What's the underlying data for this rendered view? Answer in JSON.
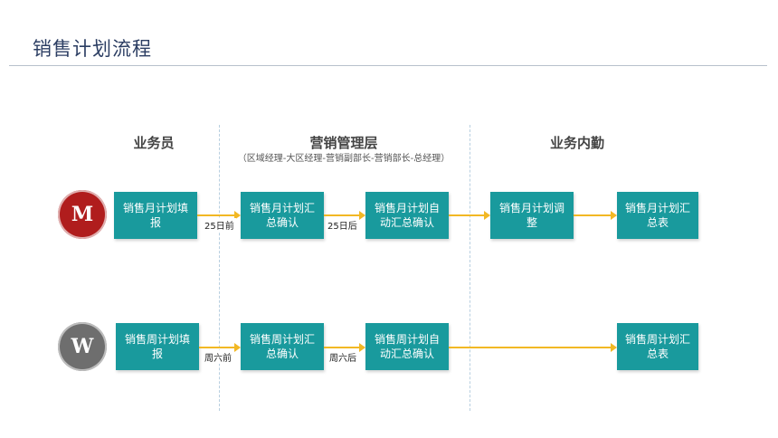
{
  "page": {
    "title": "销售计划流程"
  },
  "lanes": [
    {
      "title": "业务员",
      "subtitle": ""
    },
    {
      "title": "营销管理层",
      "subtitle": "（区域经理-大区经理-营销副部长-营销部长-总经理）"
    },
    {
      "title": "业务内勤",
      "subtitle": ""
    }
  ],
  "rows": {
    "monthly": {
      "badge": "M",
      "badge_color": "#b01d1d",
      "steps": [
        "销售月计划填报",
        "销售月计划汇总确认",
        "销售月计划自动汇总确认",
        "销售月计划调整",
        "销售月计划汇总表"
      ],
      "edge_labels": [
        "25日前",
        "25日后"
      ]
    },
    "weekly": {
      "badge": "W",
      "badge_color": "#6e6e6e",
      "steps": [
        "销售周计划填报",
        "销售周计划汇总确认",
        "销售周计划自动汇总确认",
        "销售周计划汇总表"
      ],
      "edge_labels": [
        "周六前",
        "周六后"
      ]
    }
  },
  "colors": {
    "box_fill": "#199a9d",
    "arrow": "#f2b824",
    "title": "#2c3e63"
  }
}
